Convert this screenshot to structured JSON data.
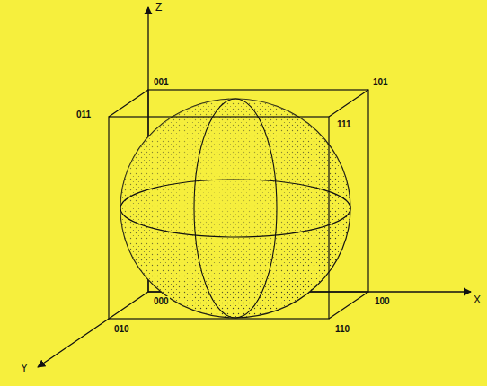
{
  "diagram": {
    "labels": [
      "Z",
      "001",
      "101",
      "011",
      "111",
      "000",
      "100",
      "X",
      "010",
      "110",
      "Y"
    ]
  }
}
